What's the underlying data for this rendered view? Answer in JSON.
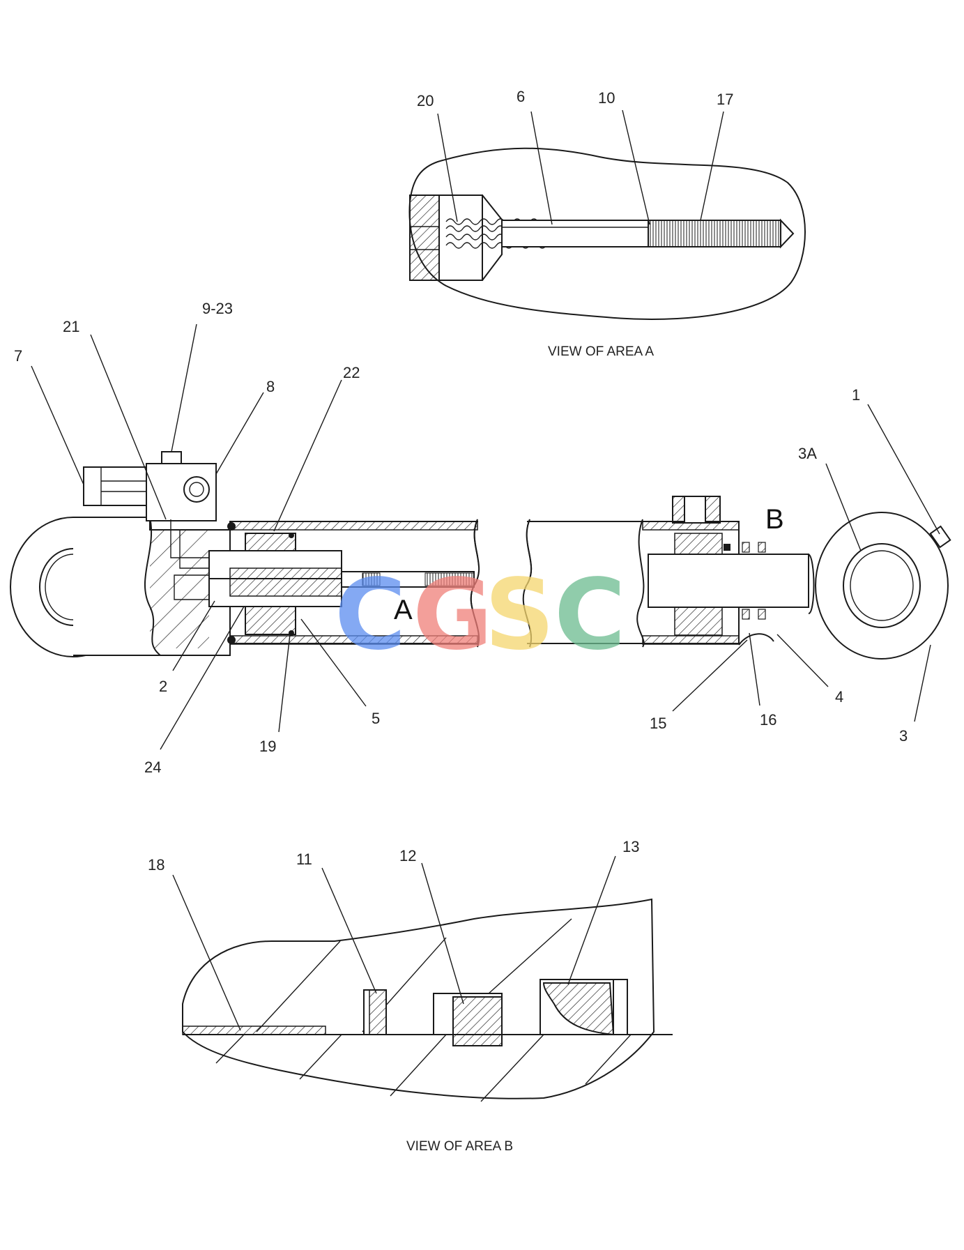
{
  "captions": {
    "area_a": "VIEW OF AREA A",
    "area_b": "VIEW OF AREA B"
  },
  "area_markers": {
    "a": "A",
    "b": "B"
  },
  "watermark": {
    "c1": "C",
    "g": "G",
    "s": "S",
    "c2": "C",
    "colors": [
      "#5b8df0",
      "#f07f79",
      "#f5d66e",
      "#6cbc90"
    ]
  },
  "callouts_area_a": {
    "c20": "20",
    "c6": "6",
    "c10": "10",
    "c17": "17"
  },
  "callouts_main": {
    "c9_23": "9-23",
    "c21": "21",
    "c7": "7",
    "c8": "8",
    "c22": "22",
    "c1": "1",
    "c3a": "3A",
    "c2": "2",
    "c24": "24",
    "c19": "19",
    "c5": "5",
    "c15": "15",
    "c16": "16",
    "c4": "4",
    "c3": "3"
  },
  "callouts_area_b": {
    "c18": "18",
    "c11": "11",
    "c12": "12",
    "c13": "13"
  }
}
